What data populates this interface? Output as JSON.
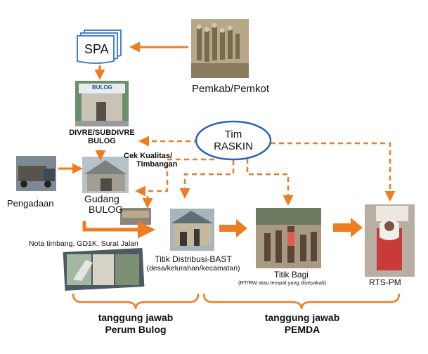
{
  "nodes": {
    "spa": "SPA",
    "pemkab": "Pemkab/Pemkot",
    "divre_line1": "DIVRE/SUBDIVRE",
    "divre_line2": "BULOG",
    "bulog_sign": "BULOG",
    "tim_line1": "Tim",
    "tim_line2": "RASKIN",
    "cek_line1": "Cek Kualitas/",
    "cek_line2": "Timbangan",
    "gudang_line1": "Gudang",
    "gudang_line2": "BULOG",
    "pengadaan": "Pengadaan",
    "nota": "Nota timbang, GD1K, Surat Jalan",
    "titik_dist_line1": "Titik Distribusi-BAST",
    "titik_dist_line2": "(desa/kelurahan/kecamatan)",
    "titik_bagi": "Titik Bagi",
    "titik_bagi_note": "(RT/RW atau tempat yang disepakati)",
    "rts": "RTS-PM"
  },
  "responsibility": {
    "bulog_line1": "tanggung jawab",
    "bulog_line2": "Perum Bulog",
    "pemda_line1": "tanggung jawab",
    "pemda_line2": "PEMDA"
  },
  "colors": {
    "arrow": "#ee7d22",
    "ellipse_border": "#2d62b5",
    "spa_border": "#4a7fd0",
    "bracket": "#ee7d22"
  }
}
